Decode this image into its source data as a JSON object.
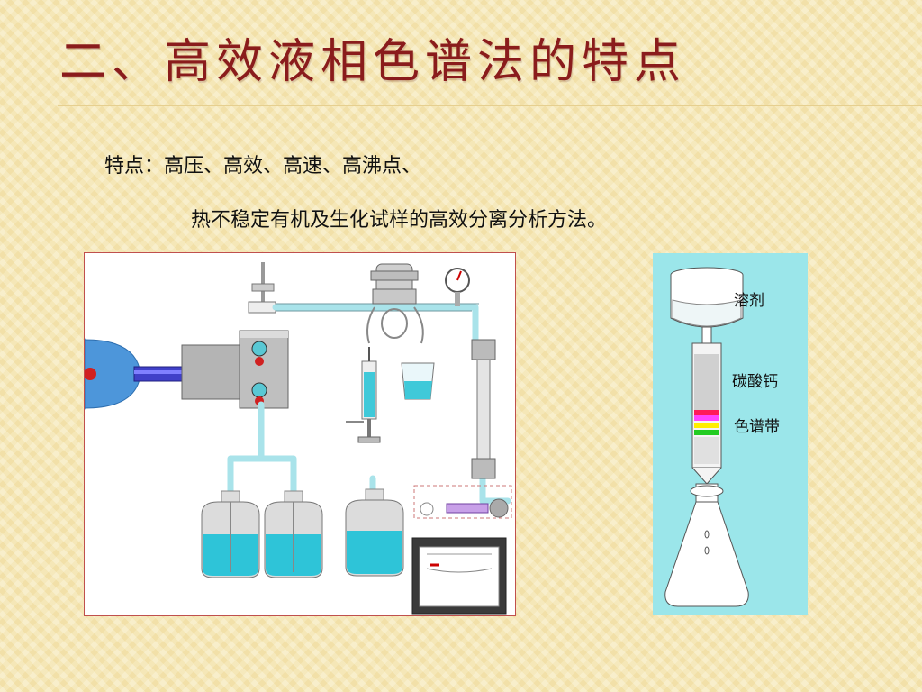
{
  "slide": {
    "title": "二、高效液相色谱法的特点",
    "body_line1": "特点：高压、高效、高速、高沸点、",
    "body_line2": "热不稳定有机及生化试样的高效分离分析方法。"
  },
  "column_figure": {
    "labels": [
      "溶剂",
      "碳酸钙",
      "色谱带"
    ]
  },
  "colors": {
    "title": "#8a1c1c",
    "liquid": "#3fc9d9",
    "pipe": "#a9e3ea",
    "column_bg": "#9be6ea",
    "frame_border": "#c0504d"
  }
}
